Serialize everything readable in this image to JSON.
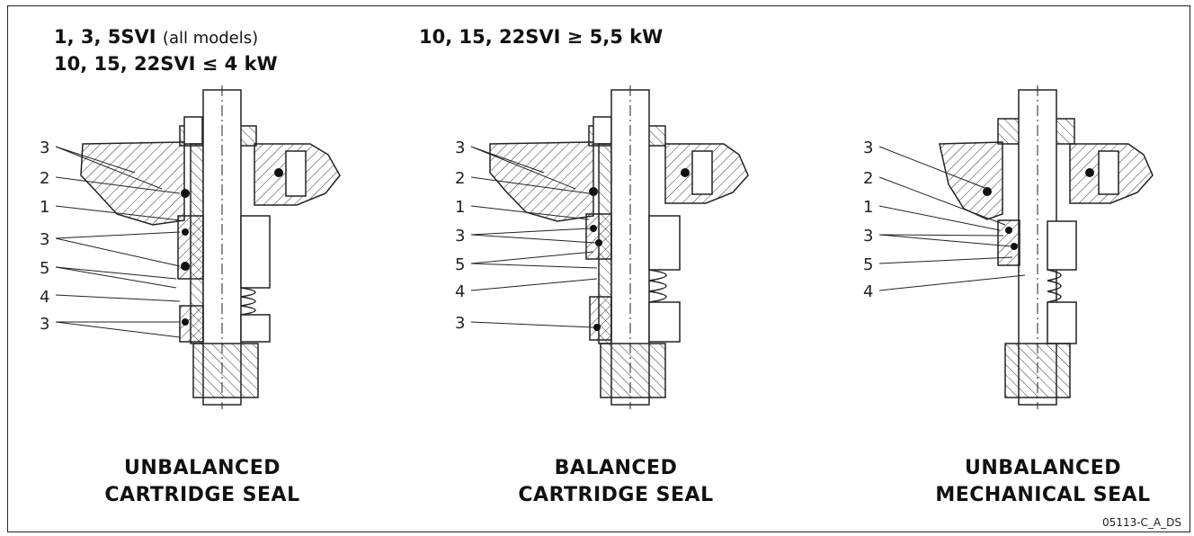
{
  "headers": {
    "left_line1_bold": "1, 3, 5SVI",
    "left_line1_light": "(all models)",
    "left_line2": "10, 15, 22SVI ≤ 4 kW",
    "center": "10, 15, 22SVI ≥ 5,5 kW"
  },
  "diagrams": [
    {
      "caption_line1": "UNBALANCED",
      "caption_line2": "CARTRIDGE SEAL",
      "callouts": [
        "3",
        "2",
        "1",
        "3",
        "5",
        "4",
        "3"
      ]
    },
    {
      "caption_line1": "BALANCED",
      "caption_line2": "CARTRIDGE SEAL",
      "callouts": [
        "3",
        "2",
        "1",
        "3",
        "5",
        "4",
        "3"
      ]
    },
    {
      "caption_line1": "UNBALANCED",
      "caption_line2": "MECHANICAL SEAL",
      "callouts": [
        "3",
        "2",
        "1",
        "3",
        "5",
        "4"
      ]
    }
  ],
  "figure_code": "05113-C_A_DS"
}
